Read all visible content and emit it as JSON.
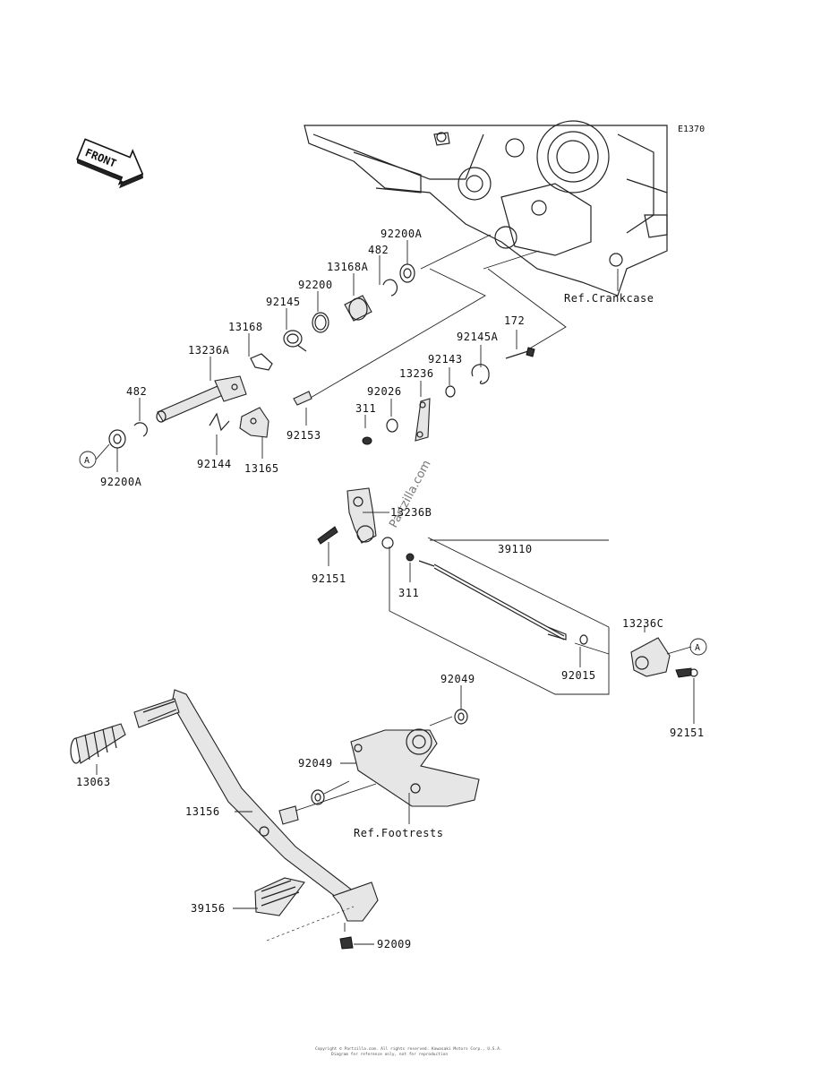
{
  "diagram_code": "E1370",
  "front_label": "FRONT",
  "watermark": "Partzilla.com",
  "callout_marker": "A",
  "reference_labels": {
    "crankcase": "Ref.Crankcase",
    "footrests": "Ref.Footrests"
  },
  "part_labels": {
    "p92200A_top": "92200A",
    "p482_top": "482",
    "p13168A": "13168A",
    "p92200": "92200",
    "p92145": "92145",
    "p13168": "13168",
    "p13236A": "13236A",
    "p482_left": "482",
    "p92200A_left": "92200A",
    "p92144": "92144",
    "p13165": "13165",
    "p92153": "92153",
    "p311_top": "311",
    "p92026": "92026",
    "p13236": "13236",
    "p92143": "92143",
    "p92145A": "92145A",
    "p172": "172",
    "p13236B": "13236B",
    "p92151_left": "92151",
    "p311_mid": "311",
    "p39110": "39110",
    "p92015": "92015",
    "p13236C": "13236C",
    "p92151_right": "92151",
    "p92049_top": "92049",
    "p92049_mid": "92049",
    "p13063": "13063",
    "p13156": "13156",
    "p39156": "39156",
    "p92009": "92009"
  },
  "footer_lines": [
    "Copyright © Partzilla.com. All rights reserved. Kawasaki Motors Corp., U.S.A.",
    "Diagram for reference only, not for reproduction"
  ]
}
